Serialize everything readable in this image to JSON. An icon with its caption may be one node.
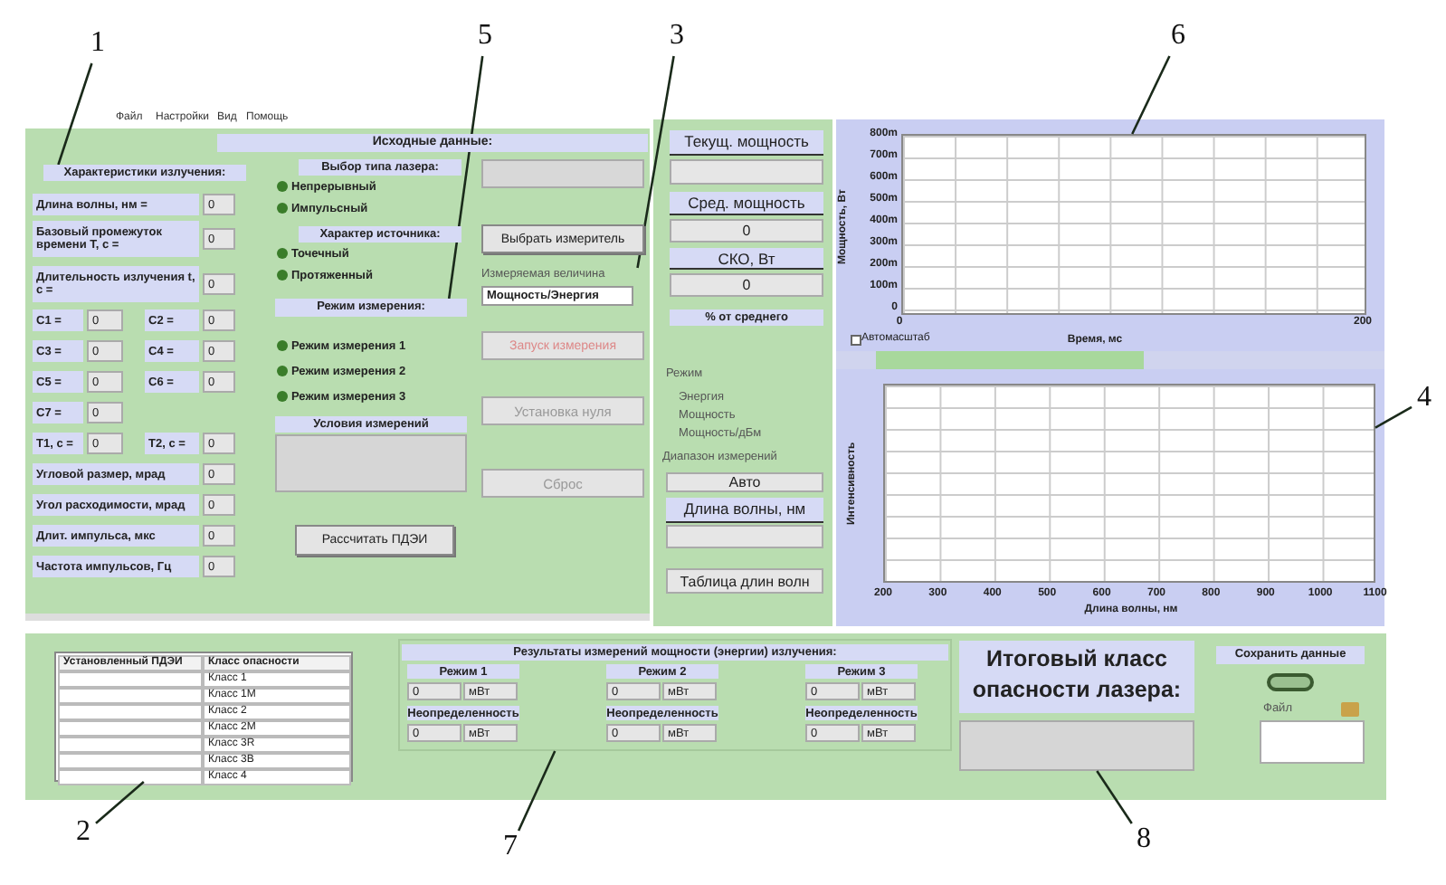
{
  "diagram": {
    "nodes": [
      {
        "text": [
          "1"
        ]
      },
      {
        "text": [
          "5"
        ]
      },
      {
        "text": [
          "3"
        ]
      },
      {
        "text": [
          "6"
        ]
      },
      {
        "text": [
          "4"
        ]
      },
      {
        "text": [
          "2"
        ]
      },
      {
        "text": [
          "7"
        ]
      },
      {
        "text": [
          "8"
        ]
      },
      {
        "text": [
          "Характеристики излучения:"
        ]
      },
      {
        "text": [
          "Режим измерения:"
        ]
      },
      {
        "text": [
          "Измеряемая величина"
        ]
      },
      {
        "text": [],
        "shape": "box"
      },
      {
        "text": [],
        "shape": "box"
      },
      {
        "text": [],
        "shape": "box"
      },
      {
        "text": [],
        "shape": "box"
      },
      {
        "text": [],
        "shape": "box"
      },
      {
        "text": [],
        "shape": "box"
      }
    ],
    "edges": [
      {
        "from": 0,
        "to": 8,
        "arrow": "none"
      },
      {
        "from": 1,
        "to": 9,
        "arrow": "none"
      },
      {
        "from": 2,
        "to": 10,
        "arrow": "none"
      },
      {
        "from": 3,
        "to": 11,
        "arrow": "none"
      },
      {
        "from": 4,
        "to": 12,
        "arrow": "none"
      },
      {
        "from": 5,
        "to": 13,
        "arrow": "none"
      },
      {
        "from": 6,
        "to": 14,
        "arrow": "none"
      },
      {
        "from": 7,
        "to": 15,
        "arrow": "none"
      }
    ],
    "labels": [
      "Файл",
      "Настройки",
      "Вид",
      "Помощь",
      "Исходные данные:",
      "Длина волны, нм =",
      "0",
      "Базовый промежуток времени T, с =",
      "0",
      "Длительность излучения t, с =",
      "0",
      "C1 =",
      "0",
      "C2 =",
      "0",
      "C3 =",
      "0",
      "C4 =",
      "0",
      "C5 =",
      "0",
      "C6 =",
      "0",
      "C7 =",
      "0",
      "T1, с =",
      "0",
      "T2, с =",
      "0",
      "Угловой размер, мрад",
      "0",
      "Угол расходимости, мрад",
      "0",
      "Длит. импульса, мкс",
      "0",
      "Частота импульсов, Гц",
      "0",
      "Выбор типа лазера:",
      "Непрерывный",
      "Импульсный",
      "Характер источника:",
      "Точечный",
      "Протяженный",
      "Режим измерения 1",
      "Режим измерения 2",
      "Режим измерения 3",
      "Условия измерений",
      "Рассчитать ПДЭИ",
      "Выбрать измеритель",
      "Мощность/Энергия",
      "Запуск измерения",
      "Установка нуля",
      "Сброс",
      "Текущ. мощность",
      "Сред. мощность",
      "0",
      "СКО, Вт",
      "0",
      "% от среднего",
      "Режим",
      "Энергия",
      "Мощность",
      "Мощность/дБм",
      "Диапазон измерений",
      "Авто",
      "Длина волны, нм",
      "Таблица длин волн",
      "Мощность, Вт",
      "800m",
      "700m",
      "600m",
      "500m",
      "400m",
      "300m",
      "200m",
      "100m",
      "0",
      "0",
      "200",
      "Автомасштаб",
      "Время, мс",
      "Интенсивность",
      "200",
      "300",
      "400",
      "500",
      "600",
      "700",
      "800",
      "900",
      "1000",
      "1100",
      "Длина волны, нм",
      "Установленный ПДЭИ",
      "Класс опасности",
      "Класс 1",
      "Класс 1М",
      "Класс 2",
      "Класс 2М",
      "Класс 3R",
      "Класс 3B",
      "Класс 4",
      "Результаты измерений мощности (энергии) излучения:",
      "Режим 1",
      "Режим 2",
      "Режим 3",
      "0",
      "мВт",
      "0",
      "мВт",
      "0",
      "мВт",
      "Неопределенность",
      "Неопределенность",
      "Неопределенность",
      "0",
      "мВт",
      "0",
      "мВт",
      "0",
      "мВт",
      "Итоговый класс опасности лазера:",
      "Сохранить данные",
      "Файл"
    ]
  }
}
